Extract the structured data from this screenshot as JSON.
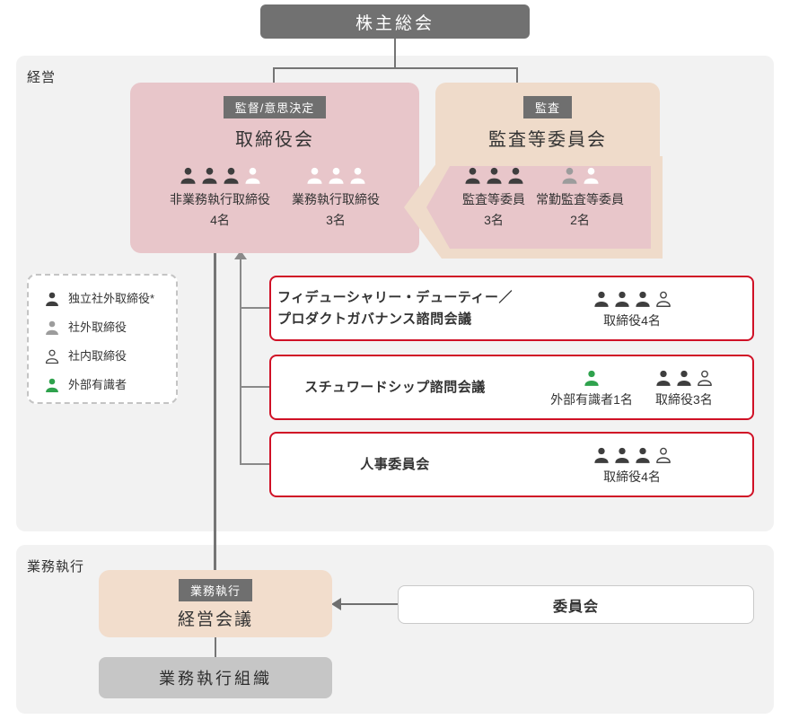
{
  "colors": {
    "section_bg": "#f2f2f2",
    "dark_box": "#717171",
    "badge_bg": "#6f6f6f",
    "board_pink": "#e8c6ca",
    "audit_beige": "#efdbca",
    "meeting_peach": "#f2ddcc",
    "exec_org_gray": "#c6c6c6",
    "advisory_border_red": "#d01126",
    "connector_gray": "#757575"
  },
  "icon_colors": {
    "dark": "#3e3e3e",
    "gray": "#9c9c9c",
    "white": "#ffffff",
    "green": "#2fa24d",
    "outline_stroke": "#454545"
  },
  "top_box": {
    "title": "株主総会"
  },
  "management": {
    "label": "経営",
    "board": {
      "badge": "監督/意思決定",
      "title": "取締役会",
      "groups": [
        {
          "icons": [
            "dark",
            "dark",
            "dark",
            "white"
          ],
          "label": "非業務執行取締役",
          "count": "4名"
        },
        {
          "icons": [
            "white",
            "white",
            "white"
          ],
          "label": "業務執行取締役",
          "count": "3名"
        }
      ]
    },
    "audit": {
      "badge": "監査",
      "title": "監査等委員会",
      "groups": [
        {
          "icons": [
            "dark",
            "dark",
            "dark"
          ],
          "label": "監査等委員",
          "count": "3名"
        },
        {
          "icons": [
            "gray",
            "white"
          ],
          "label": "常勤監査等委員",
          "count": "2名"
        }
      ]
    },
    "legend": {
      "items": [
        {
          "icons": [
            "dark"
          ],
          "label": "独立社外取締役*"
        },
        {
          "icons": [
            "gray"
          ],
          "label": "社外取締役"
        },
        {
          "icons": [
            "outline"
          ],
          "label": "社内取締役"
        },
        {
          "icons": [
            "green"
          ],
          "label": "外部有識者"
        }
      ]
    },
    "advisory": [
      {
        "title_lines": [
          "フィデューシャリー・デューティー／",
          "プロダクトガバナンス諮問会議"
        ],
        "members": [
          {
            "icons": [
              "dark",
              "dark",
              "dark",
              "outline"
            ],
            "label": "取締役4名"
          }
        ]
      },
      {
        "title_lines": [
          "スチュワードシップ諮問会議"
        ],
        "members": [
          {
            "icons": [
              "green"
            ],
            "label": "外部有識者1名"
          },
          {
            "icons": [
              "dark",
              "dark",
              "outline"
            ],
            "label": "取締役3名"
          }
        ]
      },
      {
        "title_lines": [
          "人事委員会"
        ],
        "members": [
          {
            "icons": [
              "dark",
              "dark",
              "dark",
              "outline"
            ],
            "label": "取締役4名"
          }
        ]
      }
    ]
  },
  "execution": {
    "label": "業務執行",
    "meeting": {
      "badge": "業務執行",
      "title": "経営会議"
    },
    "committee": {
      "title": "委員会"
    },
    "org": {
      "title": "業務執行組織"
    }
  }
}
